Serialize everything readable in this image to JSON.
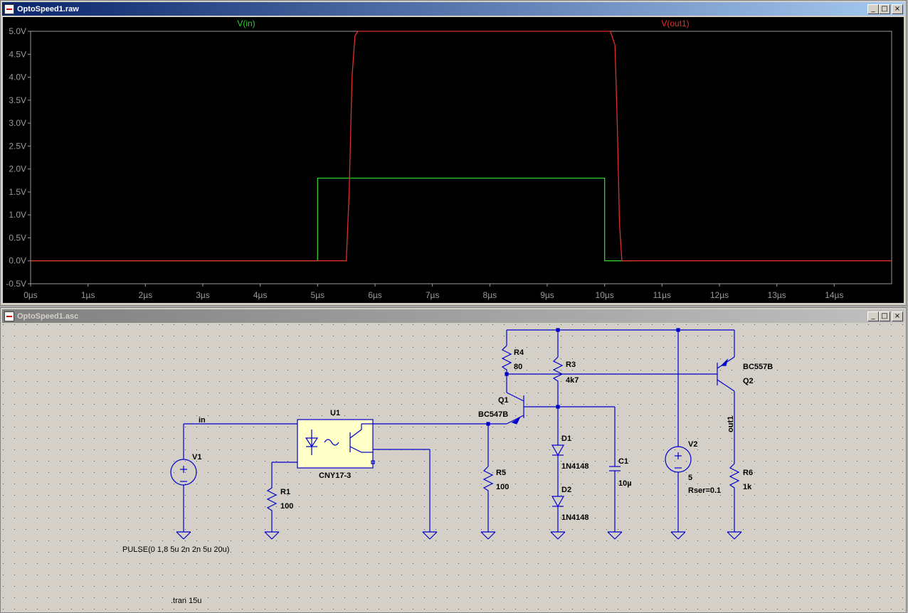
{
  "waveform_window": {
    "title": "OptoSpeed1.raw",
    "buttons": {
      "minimize": "_",
      "maximize": "□",
      "close": "×"
    }
  },
  "schematic_window": {
    "title": "OptoSpeed1.asc",
    "buttons": {
      "minimize": "_",
      "maximize": "□",
      "close": "×"
    }
  },
  "colors": {
    "plot_bg": "#000000",
    "v_in": "#33cc33",
    "v_out1": "#e0302a",
    "wire": "#0000cc",
    "opto_fill": "#ffffc8",
    "schematic_bg": "#d4d0c8"
  },
  "chart_data": {
    "type": "line",
    "xlabel": "",
    "ylabel": "",
    "xlim": [
      0,
      15
    ],
    "ylim": [
      -0.5,
      5.0
    ],
    "x_ticks": [
      "0µs",
      "1µs",
      "2µs",
      "3µs",
      "4µs",
      "5µs",
      "6µs",
      "7µs",
      "8µs",
      "9µs",
      "10µs",
      "11µs",
      "12µs",
      "13µs",
      "14µs"
    ],
    "y_ticks": [
      "5.0V",
      "4.5V",
      "4.0V",
      "3.5V",
      "3.0V",
      "2.5V",
      "2.0V",
      "1.5V",
      "1.0V",
      "0.5V",
      "0.0V",
      "-0.5V"
    ],
    "series": [
      {
        "name": "V(in)",
        "x": [
          0,
          5.0,
          5.0,
          10.0,
          10.0,
          10.5
        ],
        "y": [
          0,
          0,
          1.8,
          1.8,
          0,
          0
        ]
      },
      {
        "name": "V(out1)",
        "x": [
          0,
          5.5,
          5.55,
          5.6,
          5.65,
          5.7,
          10.1,
          10.18,
          10.22,
          10.26,
          10.3,
          15
        ],
        "y": [
          0,
          0,
          1.5,
          4.0,
          4.9,
          5.0,
          5.0,
          4.7,
          3.0,
          0.8,
          0,
          0
        ]
      }
    ]
  },
  "schematic": {
    "net_labels": {
      "in": "in",
      "out1": "out1"
    },
    "components": {
      "V1": {
        "name": "V1",
        "value": "PULSE(0 1,8 5u 2n 2n 5u 20u)"
      },
      "R1": {
        "name": "R1",
        "value": "100"
      },
      "U1": {
        "name": "U1",
        "value": "CNY17-3"
      },
      "R5": {
        "name": "R5",
        "value": "100"
      },
      "Q1": {
        "name": "Q1",
        "value": "BC547B"
      },
      "R4": {
        "name": "R4",
        "value": "80"
      },
      "R3": {
        "name": "R3",
        "value": "4k7"
      },
      "D1": {
        "name": "D1",
        "value": "1N4148"
      },
      "D2": {
        "name": "D2",
        "value": "1N4148"
      },
      "C1": {
        "name": "C1",
        "value": "10µ"
      },
      "V2": {
        "name": "V2",
        "value": "5",
        "param": "Rser=0.1"
      },
      "Q2": {
        "name": "Q2",
        "value": "BC557B"
      },
      "R6": {
        "name": "R6",
        "value": "1k"
      }
    },
    "directive": ".tran 15u"
  }
}
